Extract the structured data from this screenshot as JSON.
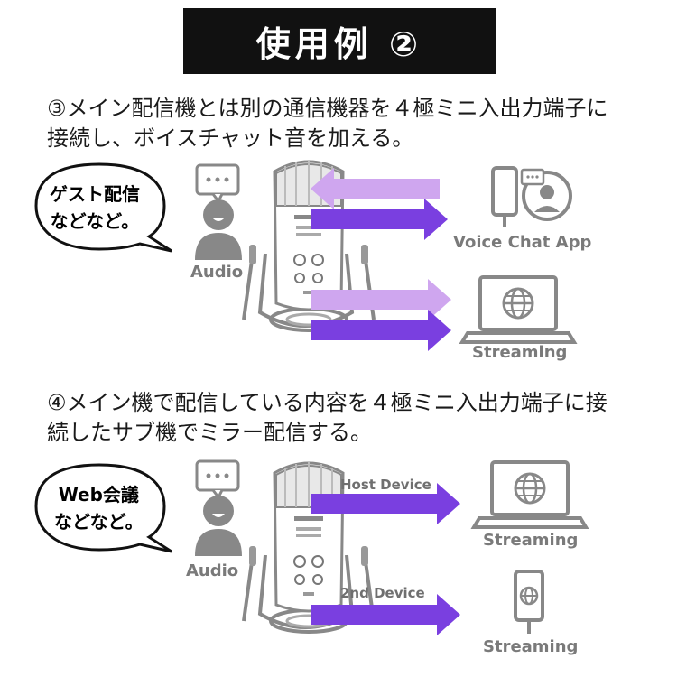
{
  "title": "使用例 ②",
  "section1": {
    "description_line1": "③メイン配信機とは別の通信機器を４極ミニ入出力端子に",
    "description_line2": "接続し、ボイスチャット音を加える。",
    "bubble_line1": "ゲスト配信",
    "bubble_line2": "などなど。",
    "audio_label": "Audio",
    "voice_chat_label": "Voice Chat App",
    "streaming_label": "Streaming"
  },
  "section2": {
    "description_line1": "④メイン機で配信している内容を４極ミニ入出力端子に接",
    "description_line2": "続したサブ機でミラー配信する。",
    "bubble_line1": "Web会議",
    "bubble_line2": "などなど。",
    "audio_label": "Audio",
    "host_device_label": "Host Device",
    "second_device_label": "2nd Device",
    "streaming_label_1": "Streaming",
    "streaming_label_2": "Streaming"
  },
  "colors": {
    "arrow_dark": "#7a3fe0",
    "arrow_light": "#cfa6ef",
    "icon_gray": "#8a8a8a",
    "title_bg": "#111111"
  },
  "icons": [
    "speech-bubble-icon",
    "person-icon",
    "microphone-icon",
    "smartphone-chat-icon",
    "laptop-globe-icon",
    "smartphone-globe-icon"
  ]
}
